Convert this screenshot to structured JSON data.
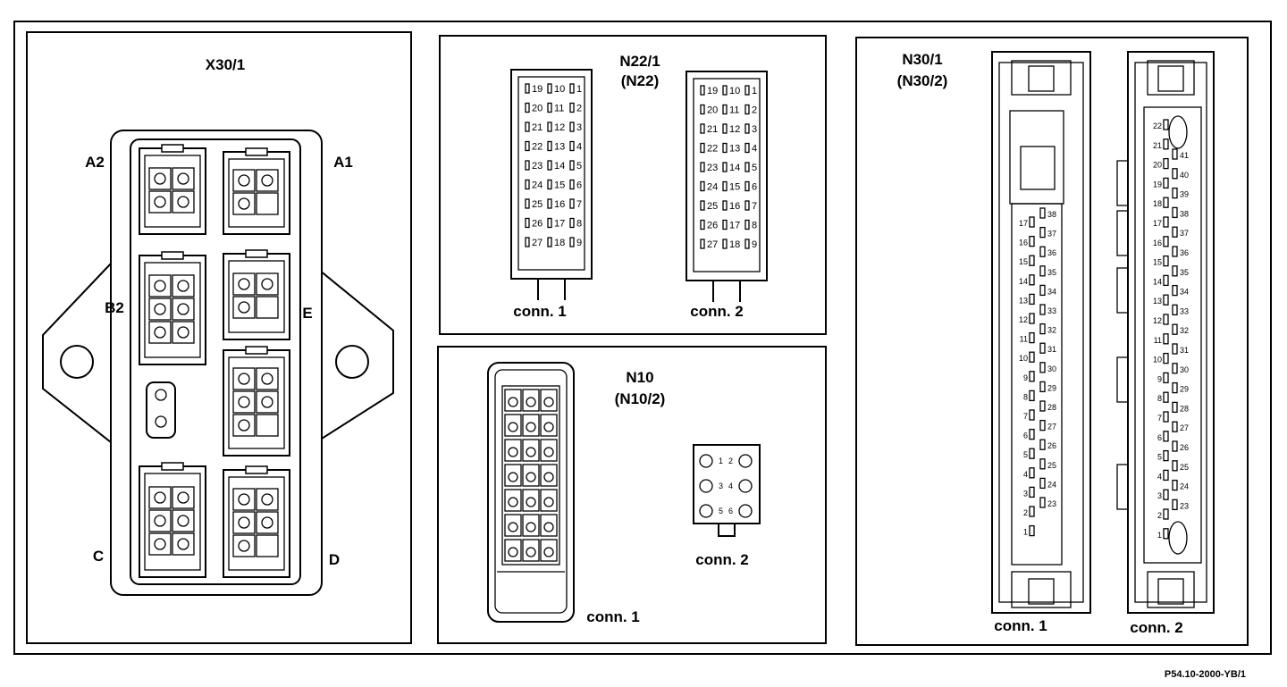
{
  "reference_code": "P54.10-2000-YB/1",
  "x30": {
    "title": "X30/1",
    "labels": {
      "a2": "A2",
      "a1": "A1",
      "b2": "B2",
      "e": "E",
      "c": "C",
      "d": "D"
    }
  },
  "n22": {
    "title_line1": "N22/1",
    "title_line2": "(N22)",
    "conn1": "conn. 1",
    "conn2": "conn. 2",
    "rows": [
      [
        "19",
        "10",
        "1"
      ],
      [
        "20",
        "11",
        "2"
      ],
      [
        "21",
        "12",
        "3"
      ],
      [
        "22",
        "13",
        "4"
      ],
      [
        "23",
        "14",
        "5"
      ],
      [
        "24",
        "15",
        "6"
      ],
      [
        "25",
        "16",
        "7"
      ],
      [
        "26",
        "17",
        "8"
      ],
      [
        "27",
        "18",
        "9"
      ]
    ]
  },
  "n10": {
    "title_line1": "N10",
    "title_line2": "(N10/2)",
    "conn1": "conn. 1",
    "conn2": "conn. 2",
    "conn2_pins": [
      "1",
      "2",
      "3",
      "4",
      "5",
      "6"
    ]
  },
  "n30": {
    "title_line1": "N30/1",
    "title_line2": "(N30/2)",
    "conn1": "conn. 1",
    "conn2": "conn. 2",
    "conn1_left": [
      "17",
      "16",
      "15",
      "14",
      "13",
      "12",
      "11",
      "10",
      "9",
      "8",
      "7",
      "6",
      "5",
      "4",
      "3",
      "2",
      "1"
    ],
    "conn1_right": [
      "38",
      "37",
      "36",
      "35",
      "34",
      "33",
      "32",
      "31",
      "30",
      "29",
      "28",
      "27",
      "26",
      "25",
      "24",
      "23"
    ],
    "conn2_left": [
      "22",
      "21",
      "20",
      "19",
      "18",
      "17",
      "16",
      "15",
      "14",
      "13",
      "12",
      "11",
      "10",
      "9",
      "8",
      "7",
      "6",
      "5",
      "4",
      "3",
      "2",
      "1"
    ],
    "conn2_right": [
      "41",
      "40",
      "39",
      "38",
      "37",
      "36",
      "35",
      "34",
      "33",
      "32",
      "31",
      "30",
      "29",
      "28",
      "27",
      "26",
      "25",
      "24",
      "23"
    ]
  }
}
